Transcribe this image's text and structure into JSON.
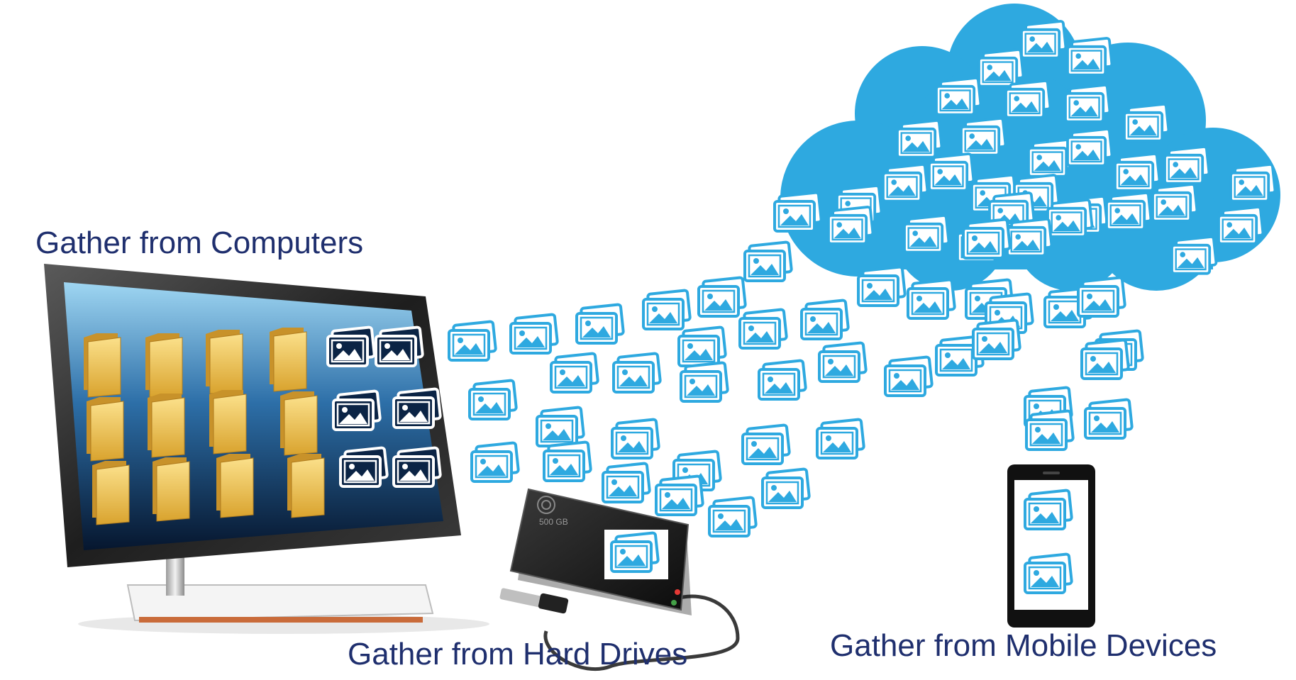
{
  "labels": {
    "computers": "Gather from Computers",
    "hard_drives": "Gather from Hard Drives",
    "mobile_devices": "Gather from Mobile Devices"
  },
  "drive": {
    "capacity": "500 GB"
  },
  "colors": {
    "cloud": "#2ea9e0",
    "photo_icon": "#2ea9e0",
    "label_text": "#1f2f6e",
    "folder": "#f0c24c"
  },
  "icons": {
    "photo": "photo-stack-icon",
    "folder": "folder-icon"
  }
}
